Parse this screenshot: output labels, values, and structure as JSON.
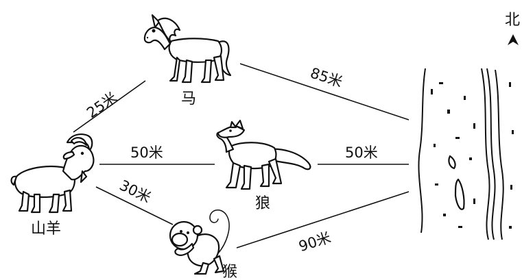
{
  "compass": {
    "label": "北"
  },
  "nodes": {
    "horse": {
      "label": "马",
      "icon": "horse-icon"
    },
    "goat": {
      "label": "山羊",
      "icon": "goat-icon"
    },
    "wolf": {
      "label": "狼",
      "icon": "wolf-icon"
    },
    "monkey": {
      "label": "猴",
      "icon": "monkey-icon"
    },
    "river": {
      "label": "",
      "icon": "river-icon"
    }
  },
  "edges": [
    {
      "from": "goat",
      "to": "horse",
      "label": "25米"
    },
    {
      "from": "horse",
      "to": "river",
      "label": "85米"
    },
    {
      "from": "goat",
      "to": "wolf",
      "label": "50米"
    },
    {
      "from": "wolf",
      "to": "river",
      "label": "50米"
    },
    {
      "from": "goat",
      "to": "monkey",
      "label": "30米"
    },
    {
      "from": "monkey",
      "to": "river",
      "label": "90米"
    }
  ]
}
